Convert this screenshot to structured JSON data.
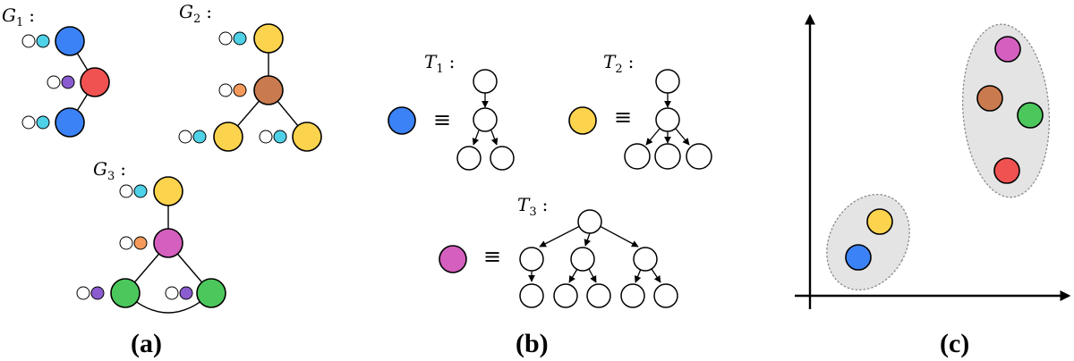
{
  "colors": {
    "blue": "#3b82f6",
    "red": "#f05252",
    "yellow": "#fcd34d",
    "brown": "#c97b4f",
    "magenta": "#d45fbe",
    "green": "#4cc75c",
    "cyan": "#4fd1e8",
    "purple": "#8b5ccf",
    "orange": "#f59a5a",
    "white": "#ffffff"
  },
  "panel_a": {
    "caption": "(a)",
    "graphs": [
      {
        "letter": "G",
        "sub": "1",
        "colon": ":"
      },
      {
        "letter": "G",
        "sub": "2",
        "colon": ":"
      },
      {
        "letter": "G",
        "sub": "3",
        "colon": ":"
      }
    ]
  },
  "panel_b": {
    "caption": "(b)",
    "equiv_symbol": "≡",
    "trees": [
      {
        "letter": "T",
        "sub": "1",
        "colon": ":"
      },
      {
        "letter": "T",
        "sub": "2",
        "colon": ":"
      },
      {
        "letter": "T",
        "sub": "3",
        "colon": ":"
      }
    ]
  },
  "panel_c": {
    "caption": "(c)"
  }
}
